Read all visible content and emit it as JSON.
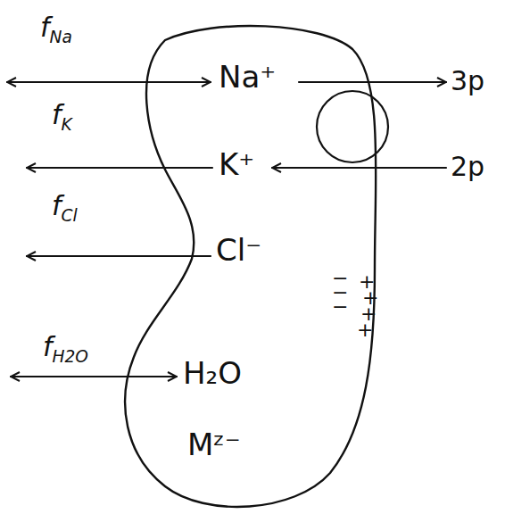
{
  "diagram": {
    "nodes": [
      {
        "text": [
          "Na⁺",
          "K⁺",
          "Cl⁻",
          "H₂O",
          "Mᶻ⁻"
        ]
      }
    ],
    "labels": [
      "fNa",
      "3p",
      "fK",
      "2p",
      "fCl",
      "−",
      "−",
      "−",
      "+",
      "+",
      "+",
      "+",
      "fH2O"
    ]
  }
}
